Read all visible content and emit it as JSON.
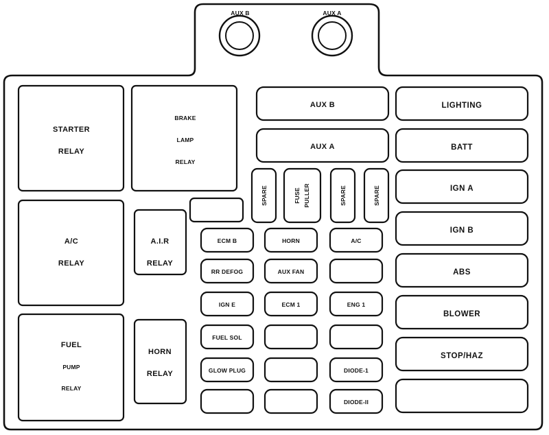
{
  "top_connectors": {
    "aux_b": "AUX B",
    "aux_a": "AUX A"
  },
  "relays": {
    "starter": [
      "STARTER",
      "RELAY"
    ],
    "brake_lamp": [
      "BRAKE",
      "LAMP",
      "RELAY"
    ],
    "ac": [
      "A/C",
      "RELAY"
    ],
    "air": [
      "A.I.R",
      "RELAY"
    ],
    "fuel_pump": [
      "FUEL",
      "PUMP",
      "RELAY"
    ],
    "horn": [
      "HORN",
      "RELAY"
    ]
  },
  "maxi_fuses": {
    "aux_b": "AUX B",
    "aux_a": "AUX A"
  },
  "vertical": {
    "spare1": "SPARE",
    "fuse_puller": [
      "FUSE",
      "PULLER"
    ],
    "spare2": "SPARE",
    "spare3": "SPARE"
  },
  "right_column": [
    "LIGHTING",
    "BATT",
    "IGN A",
    "IGN B",
    "ABS",
    "BLOWER",
    "STOP/HAZ",
    ""
  ],
  "fuse_grid": [
    [
      "ECM B",
      "HORN",
      "A/C"
    ],
    [
      "RR DEFOG",
      "AUX FAN",
      ""
    ],
    [
      "IGN E",
      "ECM 1",
      "ENG 1"
    ],
    [
      "FUEL SOL",
      "",
      ""
    ],
    [
      "GLOW PLUG",
      "",
      "DIODE-1"
    ],
    [
      "",
      "",
      "DIODE-II"
    ]
  ],
  "small_blank": ""
}
